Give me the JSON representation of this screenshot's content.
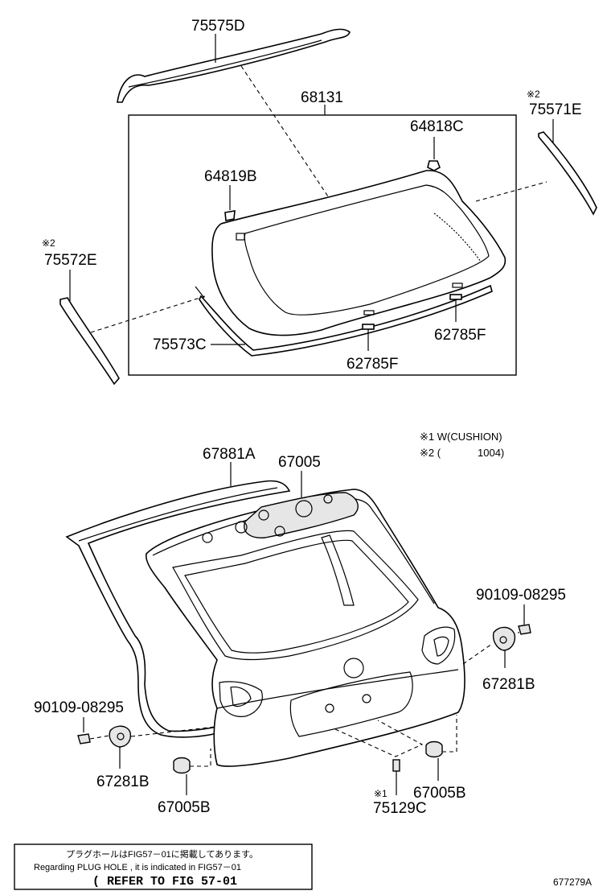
{
  "labels": {
    "p75575D": "75575D",
    "p68131": "68131",
    "p64818C": "64818C",
    "p75571E": "75571E",
    "p64819B": "64819B",
    "p75572E": "75572E",
    "p75573C": "75573C",
    "p62785F_a": "62785F",
    "p62785F_b": "62785F",
    "p67881A": "67881A",
    "p67005": "67005",
    "p90109_right": "90109-08295",
    "p67281B_right": "67281B",
    "p90109_left": "90109-08295",
    "p67281B_left": "67281B",
    "p67005B_left": "67005B",
    "p75129C": "75129C",
    "p67005B_right": "67005B",
    "mark2_top": "※2",
    "mark2_left": "※2",
    "mark1_bottom": "※1"
  },
  "notes": {
    "note1": "※1 W(CUSHION)",
    "note2_prefix": "※2 (",
    "note2_value": "1004)"
  },
  "reference_box": {
    "line1": "プラグホールはFIG57－01に掲載してあります。",
    "line2": "Regarding PLUG HOLE , it is indicated in FIG57－01",
    "line3": "( REFER TO FIG 57-01"
  },
  "figure_id": "677279A"
}
